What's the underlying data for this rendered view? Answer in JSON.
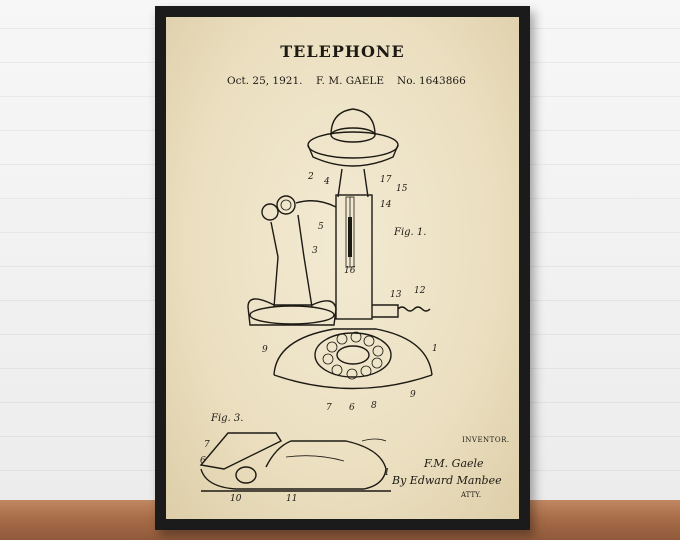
{
  "poster": {
    "title": "TELEPHONE",
    "date": "Oct. 25, 1921.",
    "inventor": "F. M. GAELE",
    "patent_number": "No. 1643866",
    "fig1_label": "Fig. 1.",
    "fig3_label": "Fig. 3.",
    "inventor_heading": "INVENTOR.",
    "signature_inventor": "F.M. Gaele",
    "signature_attorney": "By Edward Manbee",
    "attorney_label": "ATTY."
  },
  "callouts": [
    "2",
    "4",
    "17",
    "15",
    "14",
    "5",
    "3",
    "16",
    "13",
    "12",
    "9",
    "1",
    "7",
    "6",
    "8",
    "9",
    "7",
    "6",
    "1",
    "10",
    "11"
  ],
  "colors": {
    "paper": "#ebdfc0",
    "ink": "#1d1a14",
    "frame": "#1b1b1b",
    "wall": "#f2f2f2",
    "shelf": "#a86c48"
  }
}
